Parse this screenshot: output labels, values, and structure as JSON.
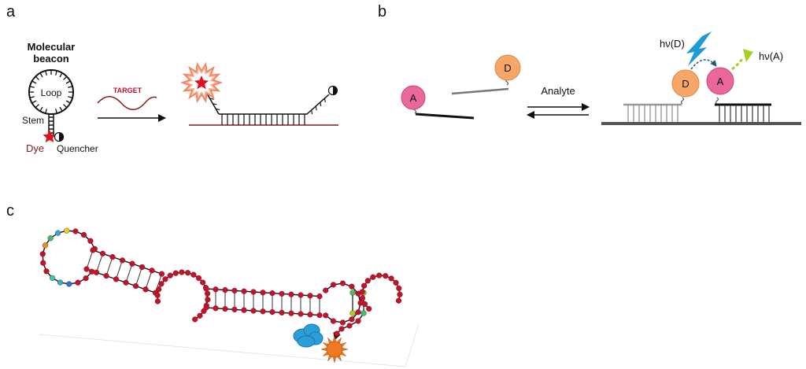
{
  "panels": {
    "a": {
      "letter": "a",
      "beacon_title_line1": "Molecular",
      "beacon_title_line2": "beacon",
      "loop_label": "Loop",
      "stem_label": "Stem",
      "dye_label": "Dye",
      "quencher_label": "Quencher",
      "target_label": "TARGET",
      "colors": {
        "dye": "#e0101e",
        "target": "#8a1a1a",
        "burst": "#f2855e"
      }
    },
    "b": {
      "letter": "b",
      "acceptor_label": "A",
      "donor_label": "D",
      "arrow_label": "Analyte",
      "hv_donor": "hν(D)",
      "hv_acceptor": "hν(A)",
      "colors": {
        "acceptor": "#e9679a",
        "donor": "#f6a768",
        "excite": "#1e9ad6",
        "emit": "#a8cf1f"
      }
    },
    "c": {
      "letter": "c",
      "colors": {
        "base": "#c0142a",
        "cloud": "#2b9ed8",
        "sun": "#f07820"
      }
    }
  }
}
